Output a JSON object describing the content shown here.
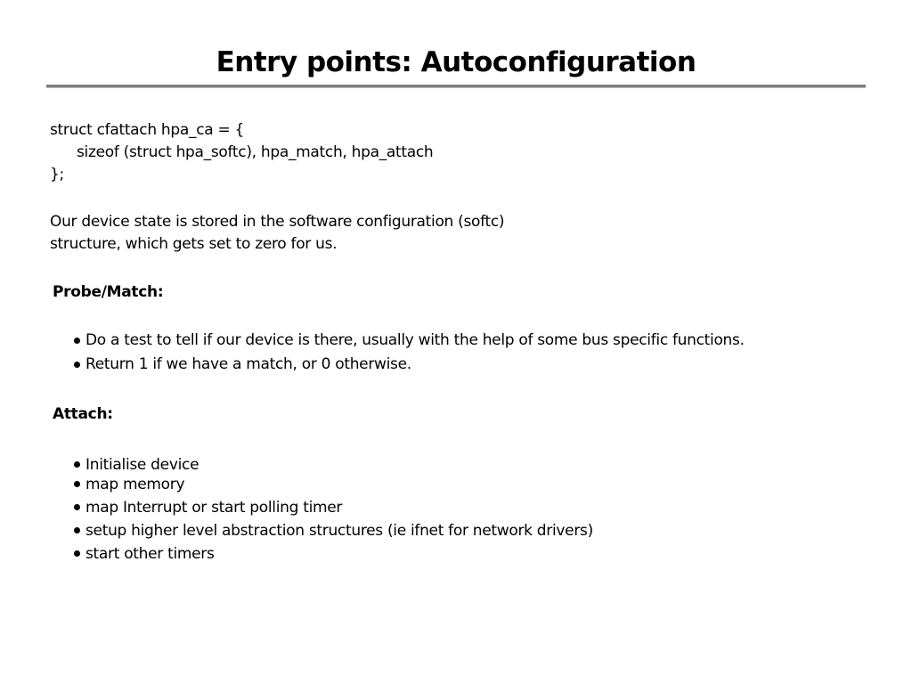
{
  "title": "Entry points: Autoconfiguration",
  "code": {
    "line1": "struct cfattach hpa_ca = {",
    "line2": "sizeof (struct hpa_softc), hpa_match, hpa_attach",
    "line3": "};"
  },
  "description": {
    "line1": "Our device state is stored in the software configuration (softc)",
    "line2": "structure, which gets set to zero for us."
  },
  "probe": {
    "heading": "Probe/Match:",
    "items": [
      "Do a test to tell if our device is there, usually with the help of some bus specific functions.",
      "Return 1 if we have a match, or 0 otherwise."
    ]
  },
  "attach": {
    "heading": "Attach:",
    "items": [
      "Initialise device",
      "map memory",
      "map Interrupt or start polling timer",
      "setup higher level abstraction structures (ie ifnet for network drivers)",
      "start other timers"
    ]
  }
}
